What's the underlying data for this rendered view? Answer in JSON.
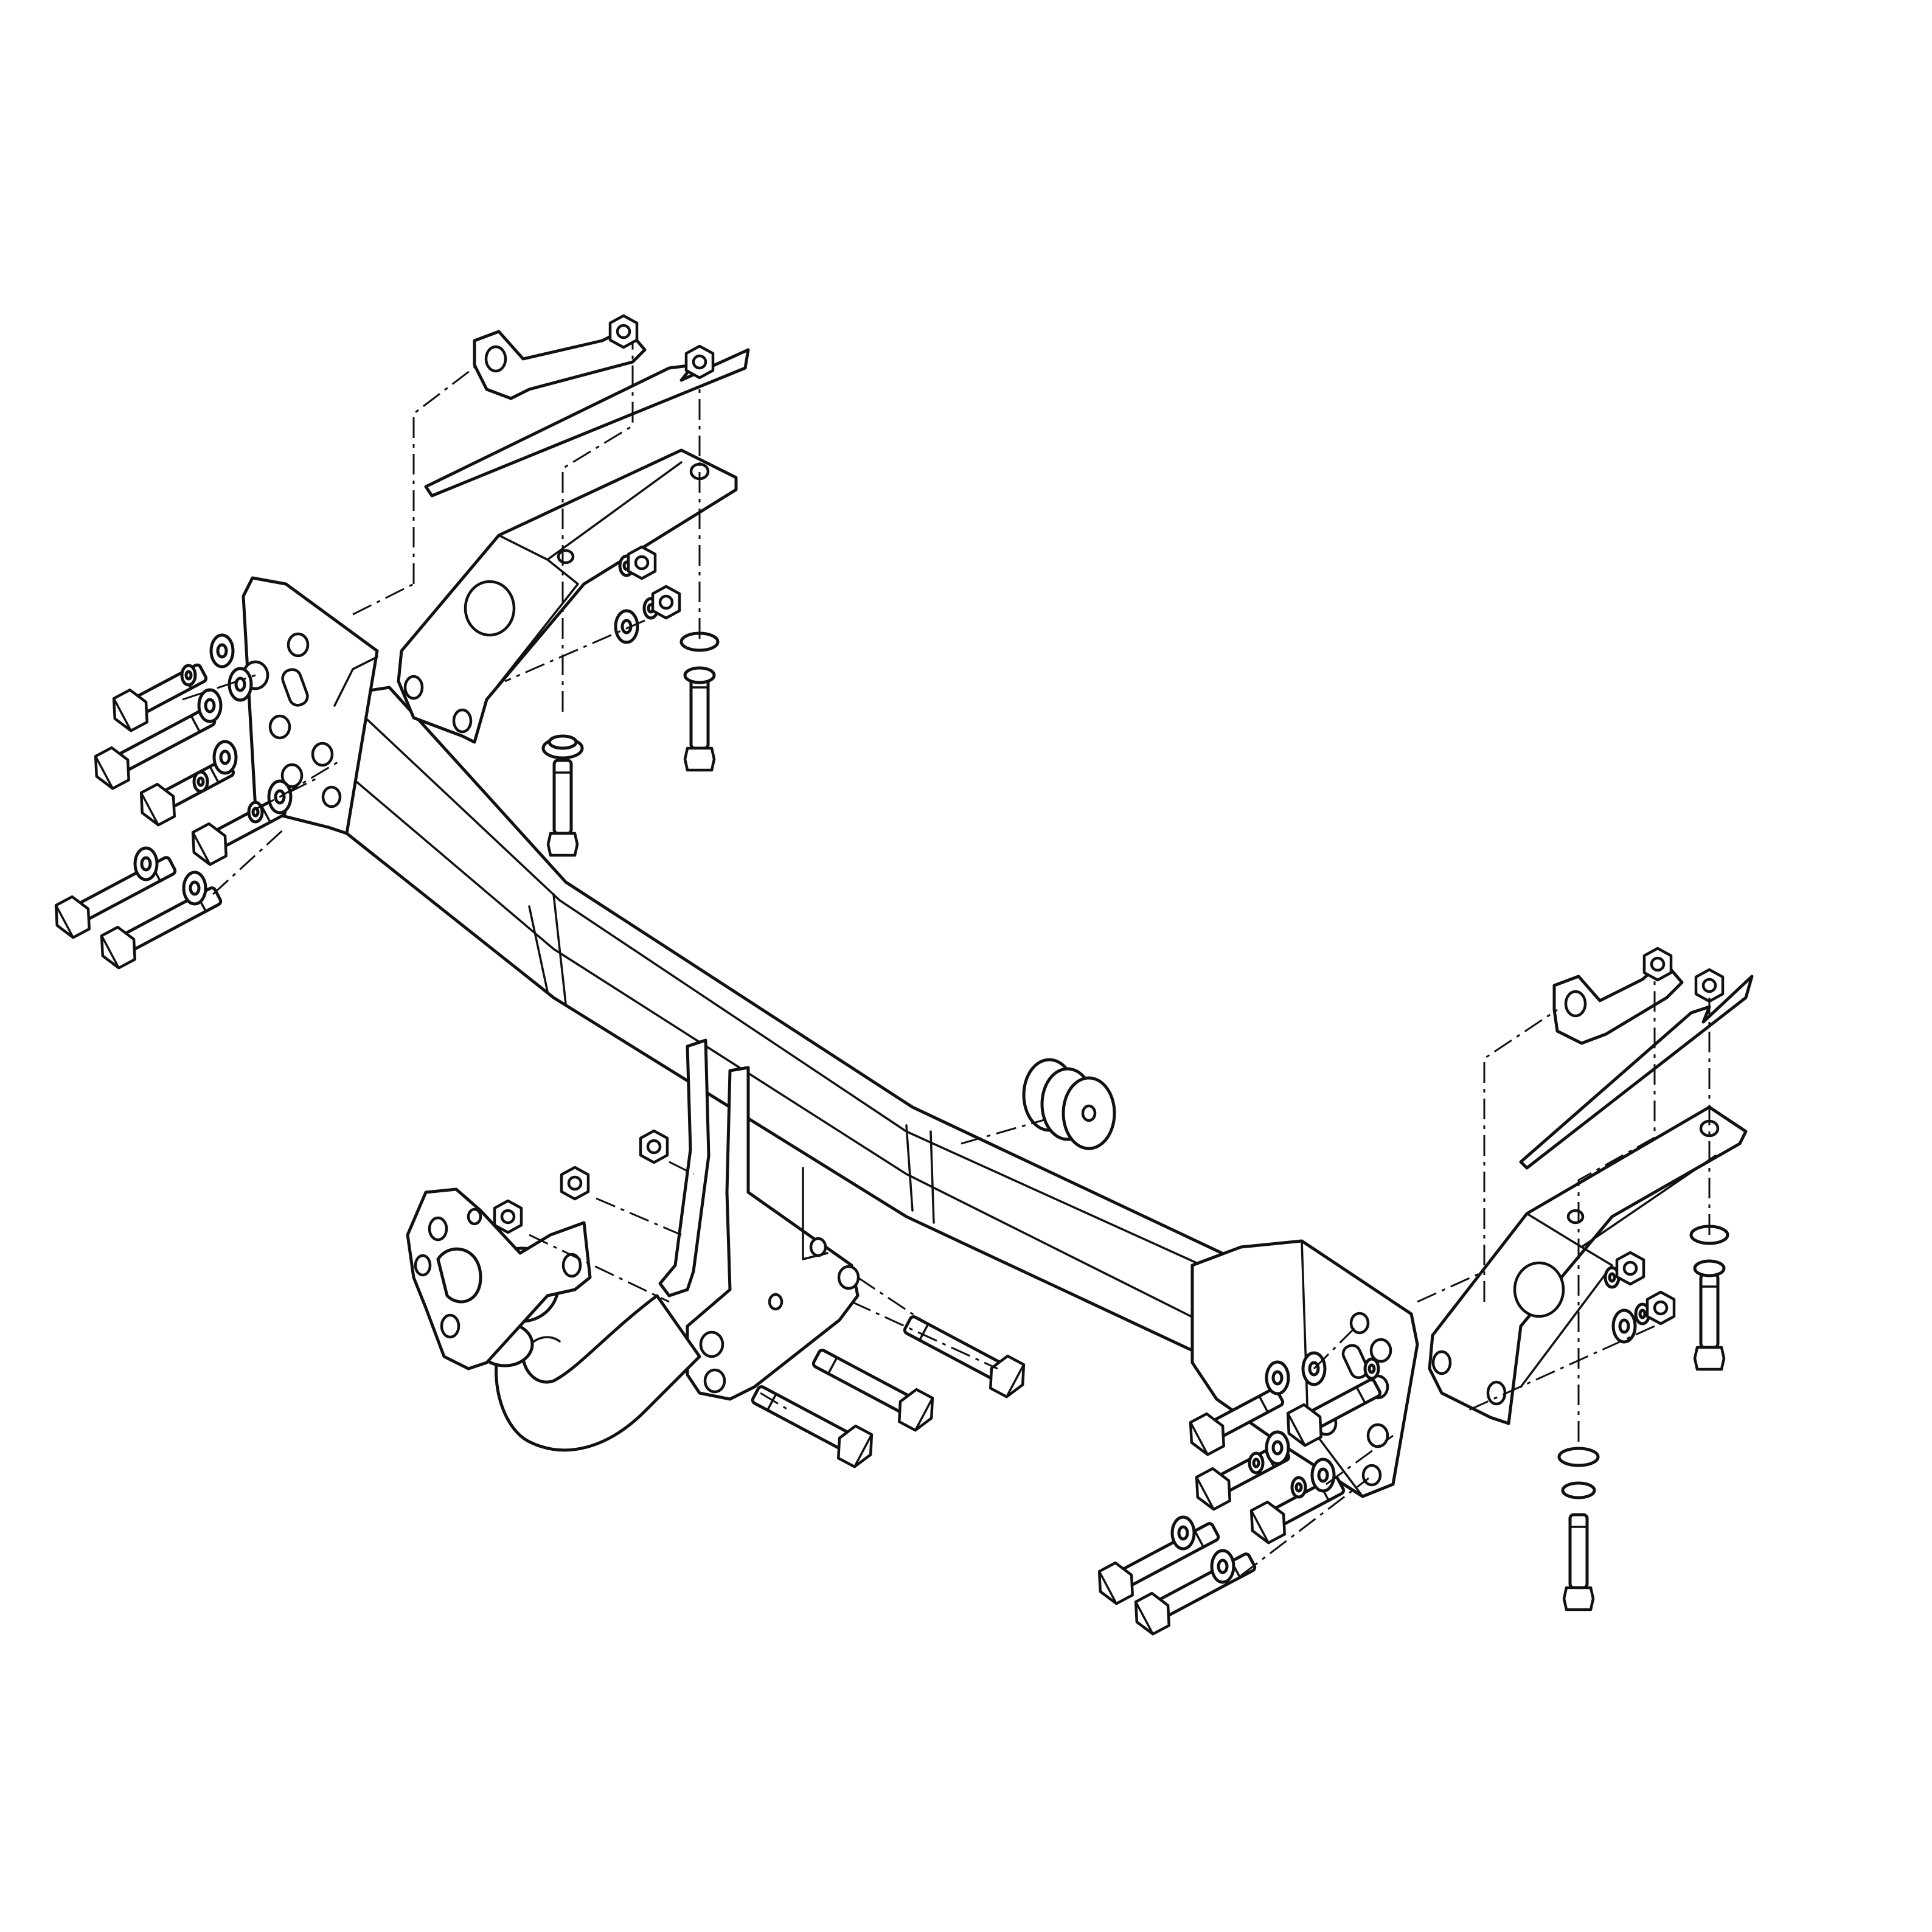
{
  "diagram": {
    "line_color": "#111111",
    "background": "#ffffff",
    "parts": [
      "crossbar-tube",
      "left-bracket-plate",
      "right-bracket-plate",
      "left-upper-bracket",
      "right-upper-bracket",
      "left-clamp-bracket",
      "right-clamp-bracket",
      "left-strip-plate",
      "right-strip-plate",
      "tow-ball-neck",
      "socket-plate",
      "tow-ball-mount-plates",
      "rubber-bumper",
      "bolts",
      "washers",
      "nuts"
    ]
  }
}
